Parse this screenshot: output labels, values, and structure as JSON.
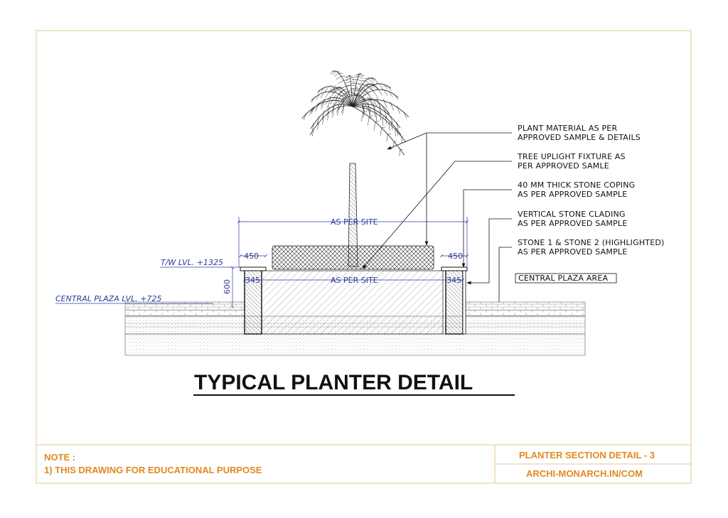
{
  "drawing": {
    "title": "TYPICAL PLANTER DETAIL",
    "annotations": [
      {
        "line1": "PLANT MATERIAL AS PER",
        "line2": "APPROVED SAMPLE & DETAILS"
      },
      {
        "line1": "TREE UPLIGHT FIXTURE AS",
        "line2": "PER APPROVED SAMLE"
      },
      {
        "line1": "40 MM THICK STONE COPING",
        "line2": "AS PER APPROVED SAMPLE"
      },
      {
        "line1": "VERTICAL STONE CLADING",
        "line2": "AS PER APPROVED SAMPLE"
      },
      {
        "line1": "STONE 1 & STONE 2 (HIGHLIGHTED)",
        "line2": "AS PER APPROVED SAMPLE"
      }
    ],
    "area_label": "CENTRAL PLAZA AREA",
    "dimensions": {
      "overall": "AS PER SITE",
      "inner": "AS PER SITE",
      "left_top": "450",
      "right_top": "450",
      "left_wall": "345",
      "right_wall": "345",
      "height": "600"
    },
    "levels": {
      "top_wall": "T/W LVL. +1325",
      "plaza": "CENTRAL PLAZA LVL. +725"
    }
  },
  "footer": {
    "note_heading": "NOTE :",
    "note_text": "1) THIS DRAWING FOR EDUCATIONAL PURPOSE",
    "sheet_title": "PLANTER SECTION DETAIL - 3",
    "website": "ARCHI-MONARCH.IN/COM"
  },
  "colors": {
    "frame": "#e3c79a",
    "dimension": "#2d3a9c",
    "footer_text": "#e08a1e",
    "linework": "#111111"
  }
}
